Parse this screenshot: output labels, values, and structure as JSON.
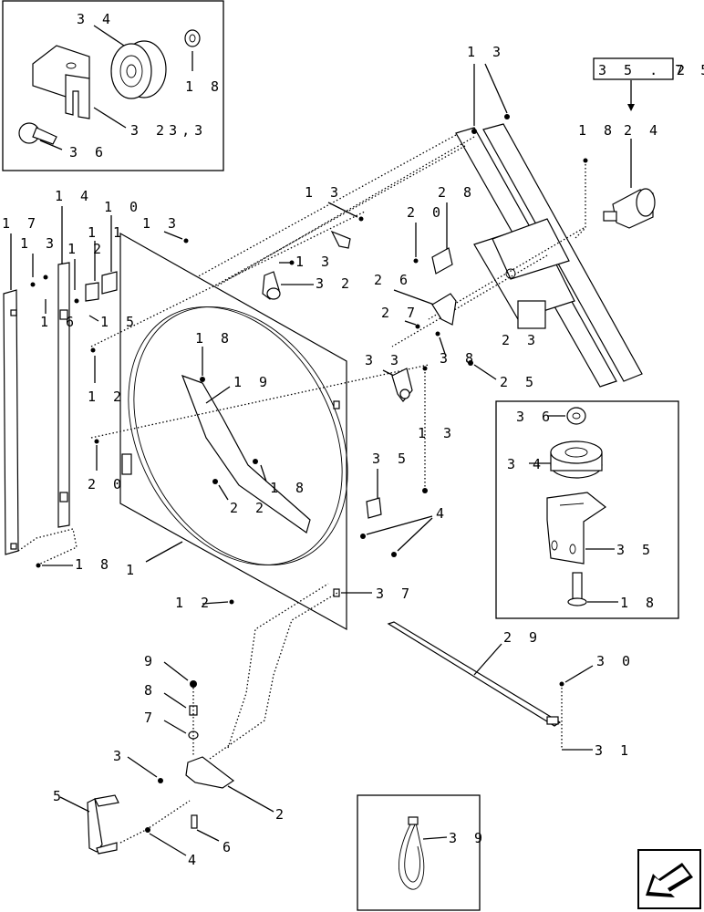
{
  "reference_box": {
    "text": "35.752.",
    "label_top": "3 5 . 7 5",
    "label_tail": "2 ."
  },
  "callouts": {
    "c34": "3 4",
    "c18a": "1 8",
    "c323": "3 23,3",
    "c36a": "3 6",
    "c13a": "1 3",
    "c18b": "1 8",
    "c24": "2 4",
    "c13b": "1 3",
    "c28": "2 8",
    "c20a": "2 0",
    "c17": "1 7",
    "c14": "1 4",
    "c10": "1 0",
    "c11": "1 1",
    "c13c": "1 3",
    "c13d": "1 3",
    "c12a": "1 2",
    "c13e": "1 3",
    "c32": "3 2",
    "c26": "2 6",
    "c27": "2 7",
    "c16": "1 6",
    "c15": "1 5",
    "c18c": "1 8",
    "c19": "1 9",
    "c33": "3 3",
    "c38": "3 8",
    "c23": "2 3",
    "c25": "2 5",
    "c12b": "1 2",
    "c13f": "1 3",
    "c36b": "3 6",
    "c34b": "3 4",
    "c20b": "2 0",
    "c35a": "3 5",
    "c18d": "1 8",
    "c22": "2 2",
    "c4a": "4",
    "c35b": "3 5",
    "c18e": "1 8",
    "c18f": "1 8",
    "c1": "1",
    "c12c": "1 2",
    "c37": "3 7",
    "c29": "2 9",
    "c9": "9",
    "c8": "8",
    "c7": "7",
    "c30": "3 0",
    "c3": "3",
    "c31": "3 1",
    "c2": "2",
    "c5": "5",
    "c6": "6",
    "c4b": "4",
    "c39": "3 9"
  },
  "icons": [
    "arrow-nav-icon"
  ]
}
